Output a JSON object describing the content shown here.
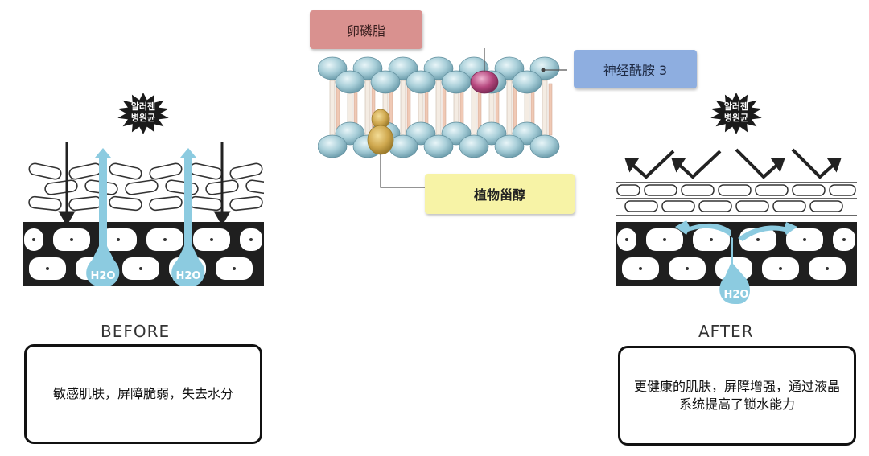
{
  "membrane": {
    "lecithin_label": "卵磷脂",
    "ceramide_label": "神经酰胺 3",
    "phytosterol_label": "植物甾醇"
  },
  "before": {
    "allergen_line1": "알러젠",
    "allergen_line2": "병원균",
    "water_label": "H2O",
    "caption": "BEFORE",
    "description": "敏感肌肤，屏障脆弱，失去水分"
  },
  "after": {
    "allergen_line1": "알러젠",
    "allergen_line2": "병원균",
    "water_label": "H2O",
    "caption": "AFTER",
    "description": "更健康的肌肤，屏障增强，通过液晶系统提高了锁水能力"
  },
  "colors": {
    "lecithin_box": "#d9918f",
    "ceramide_box": "#8eaee0",
    "phytosterol_box": "#f7f3a6",
    "phospholipid_head": "#a9cfd9",
    "lecithin_head": "#b5477e",
    "sterol": "#cfa84f",
    "water_blue": "#8ccbe0",
    "skin_dark": "#1f1f1f"
  }
}
